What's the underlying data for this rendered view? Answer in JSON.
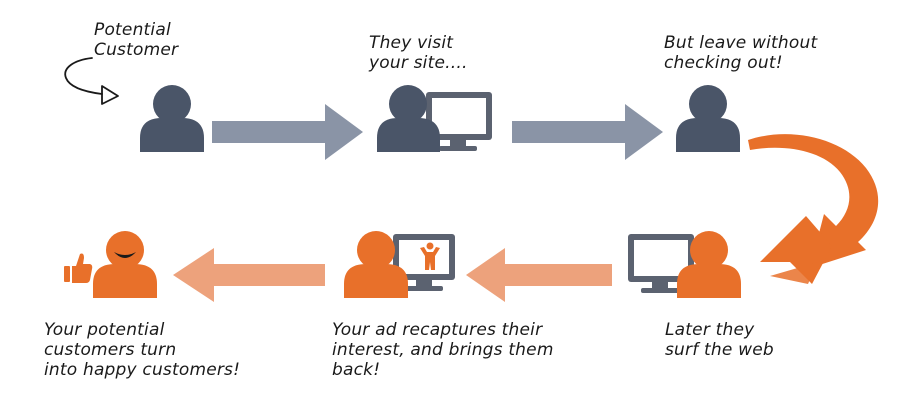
{
  "colors": {
    "dark_person": "#4a5568",
    "orange": "#e8702a",
    "orange_light": "#eda27c",
    "gray_arrow": "#8a94a6",
    "monitor": "#5b6270",
    "text": "#1a1a1a"
  },
  "captions": {
    "potential_customer": [
      "Potential",
      "Customer"
    ],
    "visit_site": [
      "They visit",
      "your site...."
    ],
    "leave": [
      "But leave without",
      "checking out!"
    ],
    "surf_web": [
      "Later they",
      "surf the web"
    ],
    "ad_recaptures": [
      "Your ad recaptures their",
      "interest, and brings them",
      "back!"
    ],
    "happy_customers": [
      "Your potential",
      "customers turn",
      "into happy customers!"
    ]
  },
  "icons": {
    "potential_customer": "person-icon",
    "visitor": "person-at-monitor-icon",
    "leaving_customer": "person-icon",
    "surfer": "person-at-monitor-icon",
    "recaptured": "person-viewing-ad-icon",
    "happy": "happy-person-icon",
    "thumbs_up": "thumbs-up-icon",
    "curved_arrow": "curved-arrow-icon",
    "flow_arrow": "arrow-icon"
  }
}
